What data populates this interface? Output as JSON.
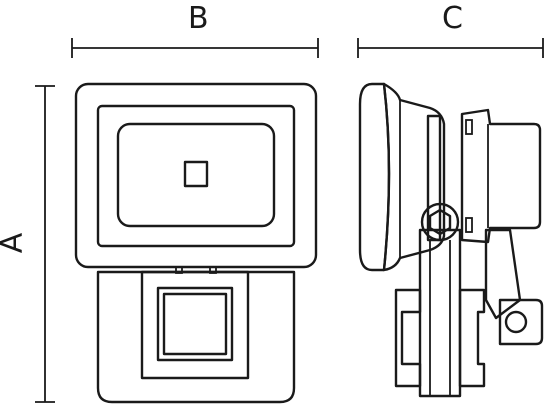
{
  "dimensions": {
    "width_label": "B",
    "depth_label": "C",
    "height_label": "A"
  },
  "colors": {
    "line": "#1a1a1a",
    "background": "#ffffff"
  }
}
